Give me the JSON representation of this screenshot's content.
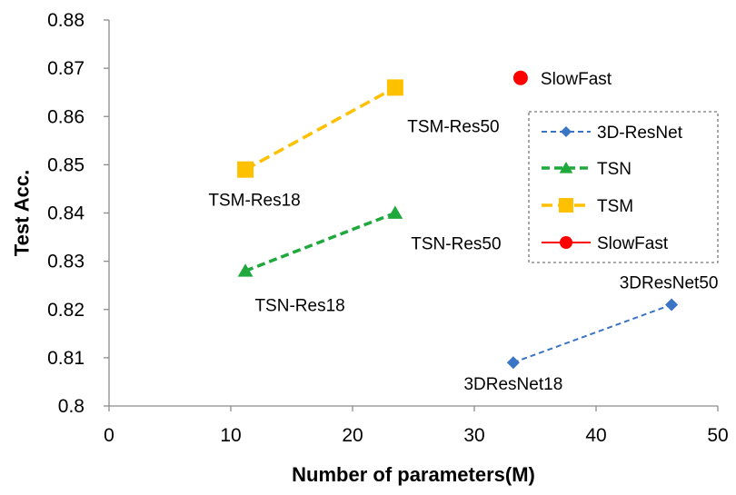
{
  "chart_data": {
    "type": "scatter",
    "xlabel": "Number of parameters(M)",
    "ylabel": "Test Acc.",
    "xlim": [
      0,
      50
    ],
    "ylim": [
      0.8,
      0.88
    ],
    "x_ticks": [
      "0",
      "10",
      "20",
      "30",
      "40",
      "50"
    ],
    "y_ticks": [
      "0.8",
      "0.81",
      "0.82",
      "0.83",
      "0.84",
      "0.85",
      "0.86",
      "0.87",
      "0.88"
    ],
    "grid": false,
    "legend_position": "right",
    "series": [
      {
        "name": "3D-ResNet",
        "color": "#3A74C4",
        "marker": "diamond",
        "line": "dashed",
        "points": [
          {
            "x": 33.2,
            "y": 0.809,
            "label": "3DResNet18"
          },
          {
            "x": 46.2,
            "y": 0.821,
            "label": "3DResNet50"
          }
        ]
      },
      {
        "name": "TSN",
        "color": "#1FA93D",
        "marker": "triangle",
        "line": "dashed",
        "points": [
          {
            "x": 11.2,
            "y": 0.828,
            "label": "TSN-Res18"
          },
          {
            "x": 23.5,
            "y": 0.84,
            "label": "TSN-Res50"
          }
        ]
      },
      {
        "name": "TSM",
        "color": "#FFC000",
        "marker": "square",
        "line": "dashed",
        "points": [
          {
            "x": 11.2,
            "y": 0.849,
            "label": "TSM-Res18"
          },
          {
            "x": 23.5,
            "y": 0.866,
            "label": "TSM-Res50"
          }
        ]
      },
      {
        "name": "SlowFast",
        "color": "#FF0000",
        "marker": "circle",
        "line": "none",
        "points": [
          {
            "x": 33.8,
            "y": 0.868,
            "label": "SlowFast"
          }
        ]
      }
    ]
  }
}
